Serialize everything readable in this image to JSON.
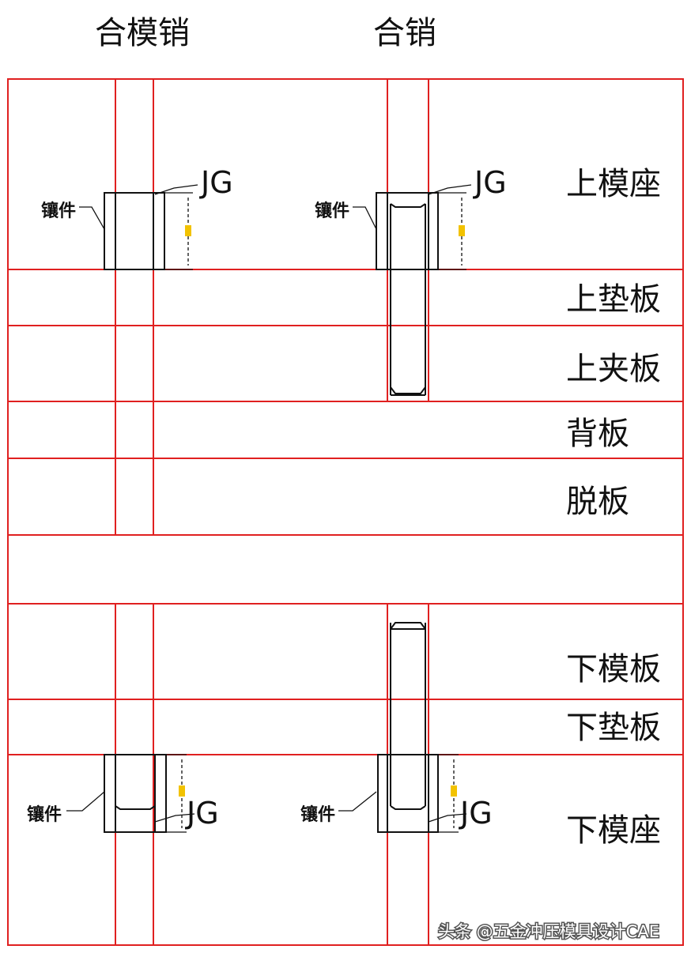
{
  "titles": {
    "die_closing_pin": "合模销",
    "pin": "合销"
  },
  "plates": {
    "upper_die_seat": "上模座",
    "upper_backing_plate": "上垫板",
    "upper_clamp_plate": "上夹板",
    "back_plate": "背板",
    "stripper_plate": "脱板",
    "lower_die_plate": "下模板",
    "lower_backing_plate": "下垫板",
    "lower_die_seat": "下模座"
  },
  "callouts": {
    "insert": "镶件",
    "jg": "JG"
  },
  "watermark": "头条 @五金冲压模具设计CAE",
  "colors": {
    "plate_lines": "#e02020",
    "drawing_lines": "#111111",
    "dimension_marker": "#f2c200"
  }
}
